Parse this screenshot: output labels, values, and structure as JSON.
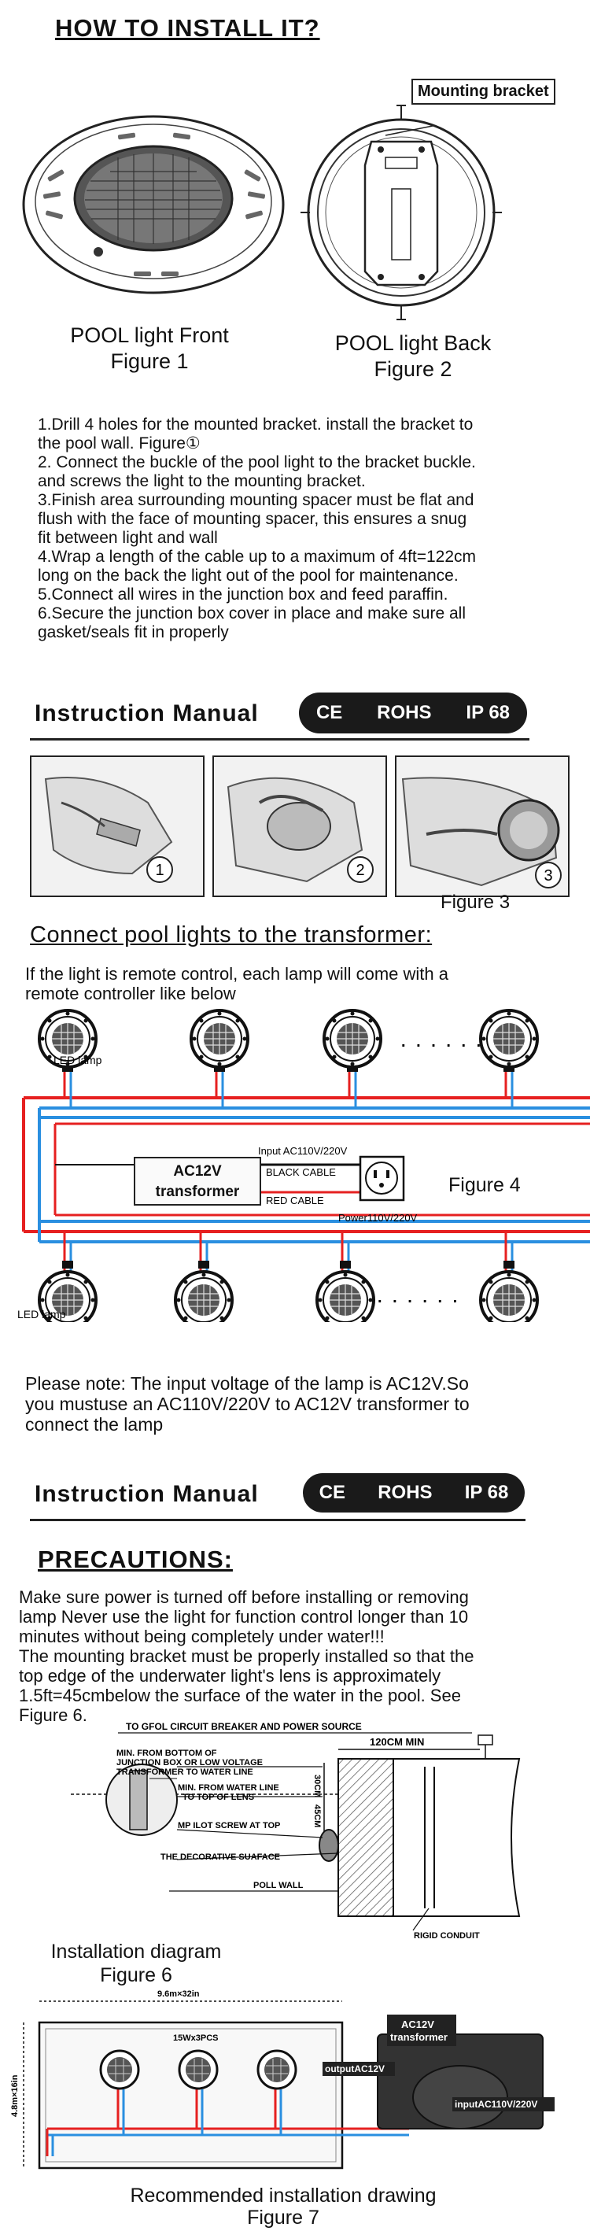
{
  "install": {
    "title": "HOW TO INSTALL IT?",
    "mounting_bracket_label": "Mounting bracket",
    "front_caption_1": "POOL light Front",
    "front_caption_2": "Figure 1",
    "back_caption_1": "POOL light Back",
    "back_caption_2": "Figure 2",
    "steps": [
      "1.Drill 4 holes for the mounted bracket.  install the bracket to",
      "the pool wall. Figure①",
      "2.  Connect the buckle of the pool light to the bracket  buckle.",
      " and screws the light to the mounting bracket.",
      "3.Finish area surrounding mounting spacer must be flat and",
      "   flush with the face of mounting spacer, this ensures a snug",
      "   fit between light and wall",
      "4.Wrap a length of the cable up to a maximum of 4ft=122cm",
      "    long on the back the light out of the pool for maintenance.",
      "5.Connect all wires in the junction box and feed paraffin.",
      "6.Secure the junction box cover in place and make sure all",
      "  gasket/seals fit in properly"
    ]
  },
  "banner": {
    "title": "Instruction  Manual",
    "ce": "CE",
    "rohs": "ROHS",
    "ip": "IP 68"
  },
  "photos": {
    "labels": [
      "1",
      "2",
      "3"
    ],
    "caption": "Figure 3"
  },
  "connect": {
    "title": "Connect pool lights to the transformer:",
    "intro_1": "If the light is remote control, each lamp will come with a",
    "intro_2": "remote controller like below",
    "led_lamp": "LED lamp",
    "dots": ". . . . . .",
    "input_label": "Input AC110V/220V",
    "transformer_1": "AC12V",
    "transformer_2": "transformer",
    "black_cable": "BLACK CABLE",
    "red_cable": "RED  CABLE",
    "power_label": "Power110V/220V",
    "figure": "Figure 4",
    "note_1": "Please note: The input voltage of the lamp is AC12V.So",
    "note_2": "you mustuse an AC110V/220V to AC12V transformer to",
    "note_3": "connect the lamp"
  },
  "precautions": {
    "title": "PRECAUTIONS:",
    "lines": [
      "Make sure power is turned off before installing or removing",
      "lamp Never use the light for function control longer than 10",
      "minutes without being completely under water!!!",
      "The mounting bracket must be properly installed so that the",
      " top edge of the underwater light's lens is approximately",
      "1.5ft=45cmbelow the surface of the water in the pool. See",
      " Figure 6."
    ]
  },
  "diagram6": {
    "breaker": "TO GFOL CIRCUIT BREAKER AND POWER SOURCE",
    "min_junction_1": "MIN. FROM BOTTOM OF",
    "min_junction_2": "JUNCTION BOX OR LOW VOLTAGE",
    "min_junction_3": "TRANSFORMER TO WATER LINE",
    "min_water_1": "MIN. FROM WATER LINE",
    "min_water_2": "TO TOP OF LENS",
    "pilot": "MP ILOT SCREW AT TOP",
    "surface": "THE DECORATIVE SUAFACE",
    "wall": "POLL WALL",
    "conduit": "RIGID CONDUIT",
    "min_120": "120CM MIN",
    "cm_30": "30CM",
    "cm_45": "45CM",
    "caption_1": "Installation diagram",
    "caption_2": "Figure 6"
  },
  "diagram7": {
    "width": "9.6m×32in",
    "height": "4.8m×16in",
    "lamps": "15Wx3PCS",
    "transformer_1": "AC12V",
    "transformer_2": "transformer",
    "output": "outputAC12V",
    "input": "inputAC110V/220V",
    "caption_1": "Recommended installation drawing",
    "caption_2": "Figure 7"
  }
}
